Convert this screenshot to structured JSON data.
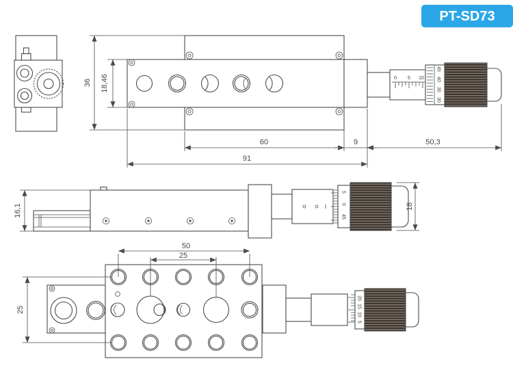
{
  "title_badge": {
    "label": "PT-SD73",
    "bg_color": "#2BA7E8",
    "text_color": "#FFFFFF"
  },
  "views": {
    "top": {
      "dims": {
        "total_height": "36",
        "platform_height": "18,46",
        "base_length": "60",
        "block_length": "9",
        "micrometer_length": "50,3",
        "overall_length": "91"
      },
      "micrometer": {
        "sleeve_scale": [
          "0",
          "5",
          "10"
        ],
        "thimble_scale": [
          "45",
          "40",
          "35",
          "30"
        ]
      }
    },
    "side": {
      "dims": {
        "height": "16,1",
        "thimble_diameter": "18"
      },
      "micrometer": {
        "thimble_scale": [
          "5",
          "0",
          "45"
        ]
      }
    },
    "bottom": {
      "dims": {
        "hole_span": "50",
        "hole_pitch": "25",
        "row_spacing": "25"
      },
      "micrometer": {
        "thimble_scale": [
          "20",
          "15",
          "10",
          "5"
        ]
      }
    }
  }
}
